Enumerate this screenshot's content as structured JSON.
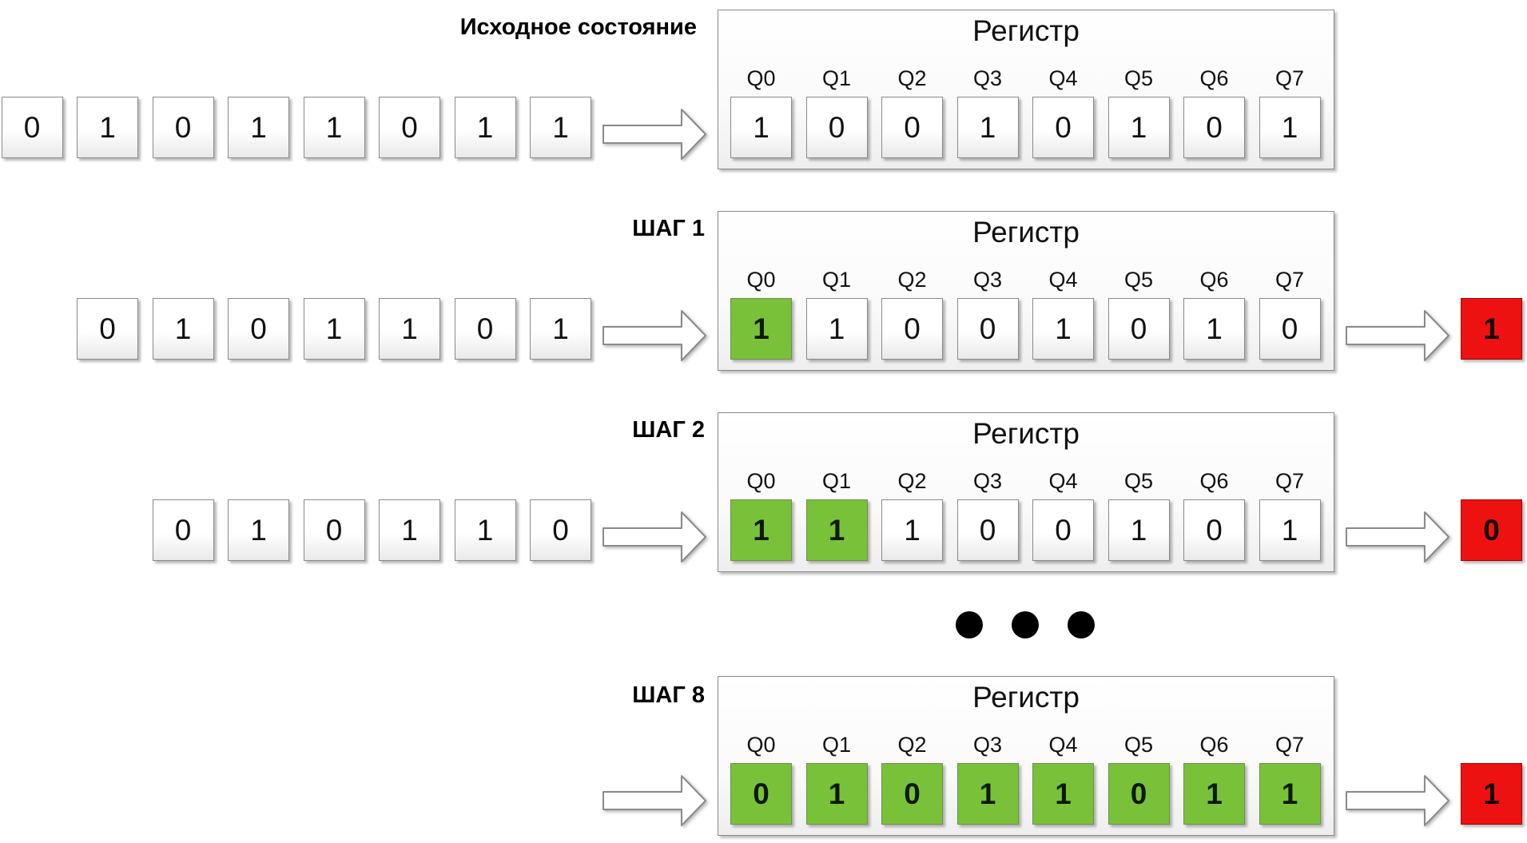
{
  "register_title": "Регистр",
  "q_labels": [
    "Q0",
    "Q1",
    "Q2",
    "Q3",
    "Q4",
    "Q5",
    "Q6",
    "Q7"
  ],
  "stages": [
    {
      "label": "Исходное состояние",
      "input": [
        "0",
        "1",
        "0",
        "1",
        "1",
        "0",
        "1",
        "1"
      ],
      "register": [
        {
          "v": "1",
          "filled": false
        },
        {
          "v": "0",
          "filled": false
        },
        {
          "v": "0",
          "filled": false
        },
        {
          "v": "1",
          "filled": false
        },
        {
          "v": "0",
          "filled": false
        },
        {
          "v": "1",
          "filled": false
        },
        {
          "v": "0",
          "filled": false
        },
        {
          "v": "1",
          "filled": false
        }
      ],
      "output": null
    },
    {
      "label": "ШАГ 1",
      "input": [
        "0",
        "1",
        "0",
        "1",
        "1",
        "0",
        "1"
      ],
      "register": [
        {
          "v": "1",
          "filled": true
        },
        {
          "v": "1",
          "filled": false
        },
        {
          "v": "0",
          "filled": false
        },
        {
          "v": "0",
          "filled": false
        },
        {
          "v": "1",
          "filled": false
        },
        {
          "v": "0",
          "filled": false
        },
        {
          "v": "1",
          "filled": false
        },
        {
          "v": "0",
          "filled": false
        }
      ],
      "output": "1"
    },
    {
      "label": "ШАГ 2",
      "input": [
        "0",
        "1",
        "0",
        "1",
        "1",
        "0"
      ],
      "register": [
        {
          "v": "1",
          "filled": true
        },
        {
          "v": "1",
          "filled": true
        },
        {
          "v": "1",
          "filled": false
        },
        {
          "v": "0",
          "filled": false
        },
        {
          "v": "0",
          "filled": false
        },
        {
          "v": "1",
          "filled": false
        },
        {
          "v": "0",
          "filled": false
        },
        {
          "v": "1",
          "filled": false
        }
      ],
      "output": "0"
    },
    {
      "label": "ШАГ 8",
      "input": [],
      "register": [
        {
          "v": "0",
          "filled": true
        },
        {
          "v": "1",
          "filled": true
        },
        {
          "v": "0",
          "filled": true
        },
        {
          "v": "1",
          "filled": true
        },
        {
          "v": "1",
          "filled": true
        },
        {
          "v": "0",
          "filled": true
        },
        {
          "v": "1",
          "filled": true
        },
        {
          "v": "1",
          "filled": true
        }
      ],
      "output": "1"
    }
  ],
  "colors": {
    "filled_cell": "#7ac13a",
    "output_cell": "#ee1111",
    "arrow_fill": "#ffffff",
    "arrow_stroke": "#8a8a8a",
    "ellipsis_dot": "#000000"
  },
  "ellipsis_count": 3
}
